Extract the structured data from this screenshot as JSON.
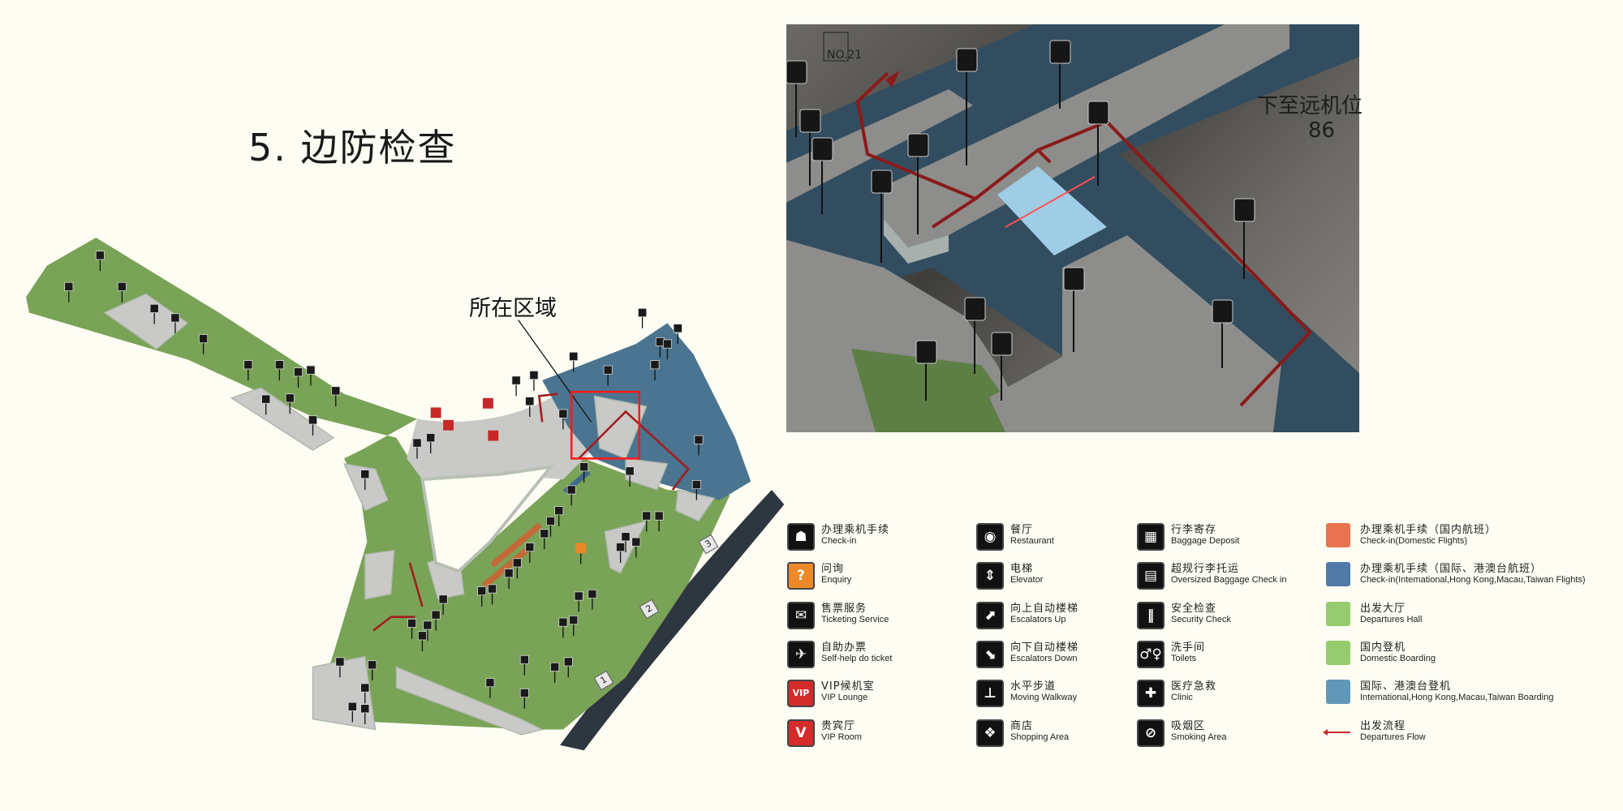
{
  "title": "5. 边防检查",
  "location_label": "所在区域",
  "inset": {
    "note": "下至远机位",
    "gate_number": "86",
    "gate_sign": "NO.21"
  },
  "road_numbers": [
    "1",
    "2",
    "3"
  ],
  "colors": {
    "departures_hall": "#79a356",
    "international": "#4a7490",
    "concourse": "#c9c9c7",
    "road": "#2e3640",
    "flow": "#a11d1d",
    "highlight": "#ff1a1a"
  },
  "legend": [
    {
      "cn": "办理乘机手续",
      "en": "Check-in",
      "icon": "check-in-icon",
      "glyph": "☗",
      "color": "#111111"
    },
    {
      "cn": "问询",
      "en": "Enquiry",
      "icon": "enquiry-icon",
      "glyph": "?",
      "color": "#ec8a2a"
    },
    {
      "cn": "售票服务",
      "en": "Ticketing Service",
      "icon": "ticketing-icon",
      "glyph": "✉",
      "color": "#111111"
    },
    {
      "cn": "自助办票",
      "en": "Self-help do ticket",
      "icon": "self-help-ticket-icon",
      "glyph": "✈",
      "color": "#111111"
    },
    {
      "cn": "VIP候机室",
      "en": "VIP Lounge",
      "icon": "vip-lounge-icon",
      "glyph": "VIP",
      "color": "#d42b2b"
    },
    {
      "cn": "贵宾厅",
      "en": "VIP Room",
      "icon": "vip-room-icon",
      "glyph": "V",
      "color": "#d42b2b"
    },
    {
      "cn": "餐厅",
      "en": "Restaurant",
      "icon": "restaurant-icon",
      "glyph": "◉",
      "color": "#111111"
    },
    {
      "cn": "电梯",
      "en": "Elevator",
      "icon": "elevator-icon",
      "glyph": "⇕",
      "color": "#111111"
    },
    {
      "cn": "向上自动楼梯",
      "en": "Escalators Up",
      "icon": "escalator-up-icon",
      "glyph": "⬈",
      "color": "#111111"
    },
    {
      "cn": "向下自动楼梯",
      "en": "Escalators Down",
      "icon": "escalator-down-icon",
      "glyph": "⬊",
      "color": "#111111"
    },
    {
      "cn": "水平步道",
      "en": "Moving Walkway",
      "icon": "moving-walkway-icon",
      "glyph": "⊥",
      "color": "#111111"
    },
    {
      "cn": "商店",
      "en": "Shopping Area",
      "icon": "shop-icon",
      "glyph": "❖",
      "color": "#111111"
    },
    {
      "cn": "行李寄存",
      "en": "Baggage Deposit",
      "icon": "baggage-deposit-icon",
      "glyph": "▦",
      "color": "#111111"
    },
    {
      "cn": "超规行李托运",
      "en": "Oversized Baggage Check in",
      "icon": "oversized-baggage-icon",
      "glyph": "▤",
      "color": "#111111"
    },
    {
      "cn": "安全检查",
      "en": "Security Check",
      "icon": "security-check-icon",
      "glyph": "‖",
      "color": "#111111"
    },
    {
      "cn": "洗手间",
      "en": "Toilets",
      "icon": "toilets-icon",
      "glyph": "♂♀",
      "color": "#111111"
    },
    {
      "cn": "医疗急救",
      "en": "Clinic",
      "icon": "clinic-icon",
      "glyph": "✚",
      "color": "#111111"
    },
    {
      "cn": "吸烟区",
      "en": "Smoking Area",
      "icon": "smoking-icon",
      "glyph": "⊘",
      "color": "#111111"
    },
    {
      "cn": "办理乘机手续（国内航班）",
      "en": "Check-in(Domestic Flights)",
      "icon": "swatch",
      "color": "#e8734f"
    },
    {
      "cn": "办理乘机手续（国际、港澳台航班）",
      "en": "Check-in(Intemational,Hong Kong,Macau,Taiwan Flights)",
      "icon": "swatch",
      "color": "#5079a8"
    },
    {
      "cn": "出发大厅",
      "en": "Departures Hall",
      "icon": "swatch",
      "color": "#96cc6e"
    },
    {
      "cn": "国内登机",
      "en": "Domestic Boarding",
      "icon": "swatch",
      "color": "#96cc6e"
    },
    {
      "cn": "国际、港澳台登机",
      "en": "Intemational,Hong Kong,Macau,Taiwan Boarding",
      "icon": "swatch",
      "color": "#6198b8"
    },
    {
      "cn": "出发流程",
      "en": "Departures Flow",
      "icon": "flow-line",
      "color": "#c92a2a"
    }
  ]
}
